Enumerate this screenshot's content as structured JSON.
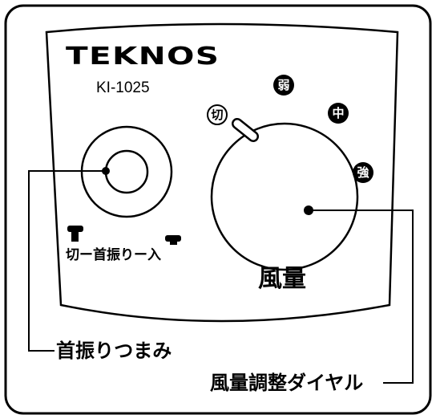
{
  "panel": {
    "brand": "TEKNOS",
    "model": "KI-1025"
  },
  "oscillation": {
    "scale_label": "切ー首振りー入",
    "callout": "首振りつまみ"
  },
  "fan_speed": {
    "label": "風量",
    "positions": [
      {
        "label": "切",
        "style": "outline"
      },
      {
        "label": "弱",
        "style": "filled"
      },
      {
        "label": "中",
        "style": "filled"
      },
      {
        "label": "強",
        "style": "filled"
      }
    ],
    "callout": "風量調整ダイヤル"
  }
}
